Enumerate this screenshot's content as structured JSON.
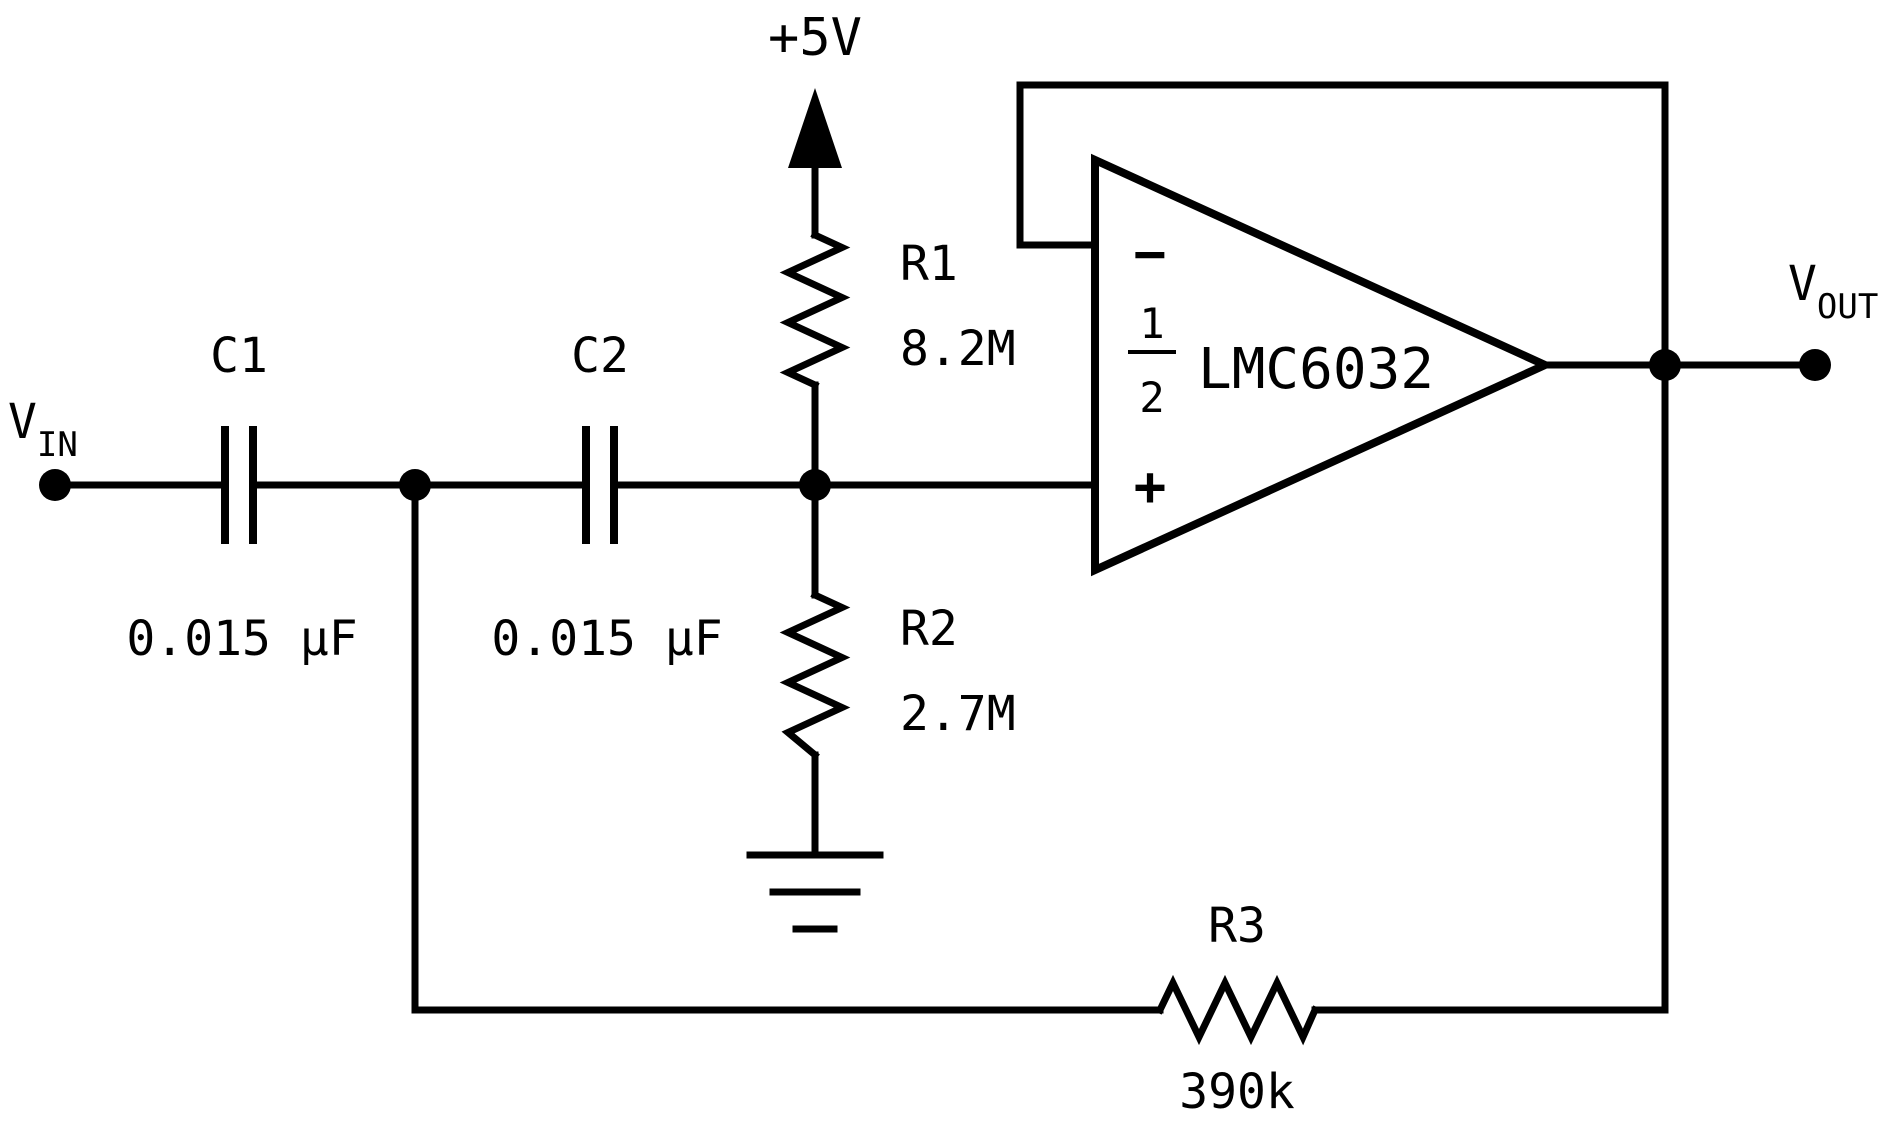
{
  "schematic": {
    "ink_color": "#000000",
    "background_color": "#ffffff",
    "supply": {
      "label": "+5V"
    },
    "vin": {
      "symbol": "V",
      "subscript": "IN"
    },
    "vout": {
      "symbol": "V",
      "subscript": "OUT"
    },
    "c1": {
      "ref": "C1",
      "value": "0.015 µF"
    },
    "c2": {
      "ref": "C2",
      "value": "0.015 µF"
    },
    "r1": {
      "ref": "R1",
      "value": "8.2M"
    },
    "r2": {
      "ref": "R2",
      "value": "2.7M"
    },
    "r3": {
      "ref": "R3",
      "value": "390k"
    },
    "opamp": {
      "part": "LMC6032",
      "fraction_numerator": "1",
      "fraction_denominator": "2",
      "inverting_sign": "−",
      "noninverting_sign": "+"
    }
  }
}
